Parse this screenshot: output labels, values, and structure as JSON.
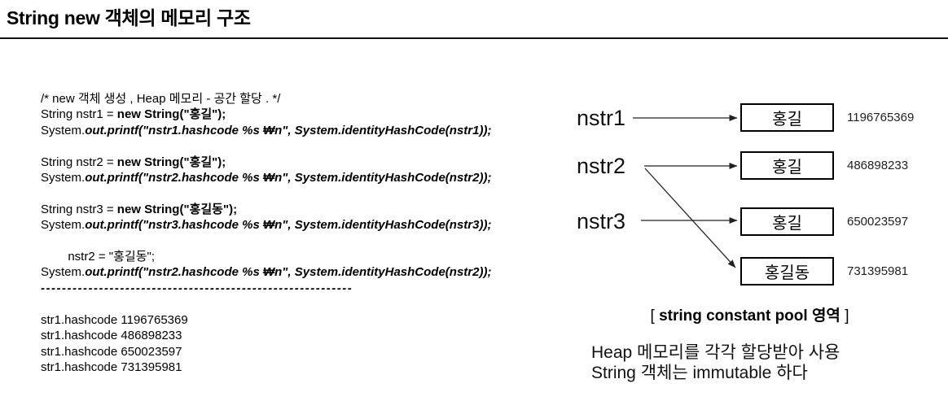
{
  "title": "String new 객체의 메모리 구조",
  "code": {
    "lines": [
      [
        {
          "t": "/* new 객체 생성 , Heap 메모리 - 공간 할당 . */",
          "s": "r"
        }
      ],
      [
        {
          "t": "String nstr1 = ",
          "s": "r"
        },
        {
          "t": "new String(\"홍길\");",
          "s": "b"
        }
      ],
      [
        {
          "t": "System.",
          "s": "r"
        },
        {
          "t": "out.printf(\"nstr1.hashcode %s ₩n\", System.identityHashCode(nstr1));",
          "s": "bi"
        }
      ],
      [],
      [
        {
          "t": "String nstr2 = ",
          "s": "r"
        },
        {
          "t": "new String(\"홍길\");",
          "s": "b"
        }
      ],
      [
        {
          "t": "System.",
          "s": "r"
        },
        {
          "t": "out.printf(\"nstr2.hashcode %s ₩n\", System.identityHashCode(nstr2));",
          "s": "bi"
        }
      ],
      [],
      [
        {
          "t": "String nstr3 = ",
          "s": "r"
        },
        {
          "t": "new String(\"홍길동\");",
          "s": "b"
        }
      ],
      [
        {
          "t": "System.",
          "s": "r"
        },
        {
          "t": "out.printf(\"nstr3.hashcode %s ₩n\", System.identityHashCode(nstr3));",
          "s": "bi"
        }
      ],
      [],
      [
        {
          "t": "        nstr2 = \"홍길동\";",
          "s": "r"
        }
      ],
      [
        {
          "t": "System.",
          "s": "r"
        },
        {
          "t": "out.printf(\"nstr2.hashcode %s ₩n\", System.identityHashCode(nstr2));",
          "s": "bi"
        }
      ],
      [
        {
          "t": "-----------------------------------------------------------",
          "s": "d"
        }
      ],
      [],
      [
        {
          "t": "str1.hashcode 1196765369",
          "s": "r"
        }
      ],
      [
        {
          "t": "str1.hashcode 486898233",
          "s": "r"
        }
      ],
      [
        {
          "t": "str1.hashcode 650023597",
          "s": "r"
        }
      ],
      [
        {
          "t": "str1.hashcode 731395981",
          "s": "r"
        }
      ]
    ]
  },
  "diagram": {
    "variables": [
      {
        "label": "nstr1"
      },
      {
        "label": "nstr2"
      },
      {
        "label": "nstr3"
      }
    ],
    "boxes": [
      {
        "label": "홍길",
        "hash": "1196765369"
      },
      {
        "label": "홍길",
        "hash": "486898233"
      },
      {
        "label": "홍길",
        "hash": "650023597"
      },
      {
        "label": "홍길동",
        "hash": "731395981"
      }
    ],
    "pointers": [
      {
        "from": "nstr1",
        "to": "box-0"
      },
      {
        "from": "nstr2",
        "to": "box-1"
      },
      {
        "from": "nstr2",
        "to": "box-3"
      },
      {
        "from": "nstr3",
        "to": "box-2"
      }
    ],
    "caption": {
      "open": "[ ",
      "label": "string constant pool 영역",
      "close": " ]"
    },
    "notes": [
      "Heap 메모리를 각각 할당받아 사용",
      "String 객체는 immutable 하다"
    ]
  }
}
